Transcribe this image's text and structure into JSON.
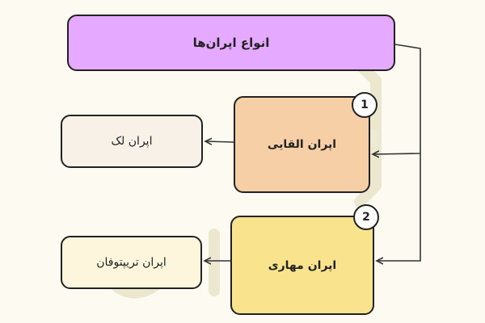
{
  "diagram": {
    "title": "انواع اپران‌ها",
    "nodes": {
      "induced": {
        "label": "اپران القایی",
        "number": "1"
      },
      "lac": {
        "label": "اپران لک"
      },
      "restrained": {
        "label": "اپران مهاری",
        "number": "2"
      },
      "tripotan": {
        "label": "اپران تریپتوفان"
      }
    },
    "colors": {
      "title_fill": "#e5a9ff",
      "induced_fill": "#f7cfa6",
      "restrained_fill": "#f9e48d",
      "stroke": "#222222",
      "background": "#fdfbf1"
    }
  }
}
